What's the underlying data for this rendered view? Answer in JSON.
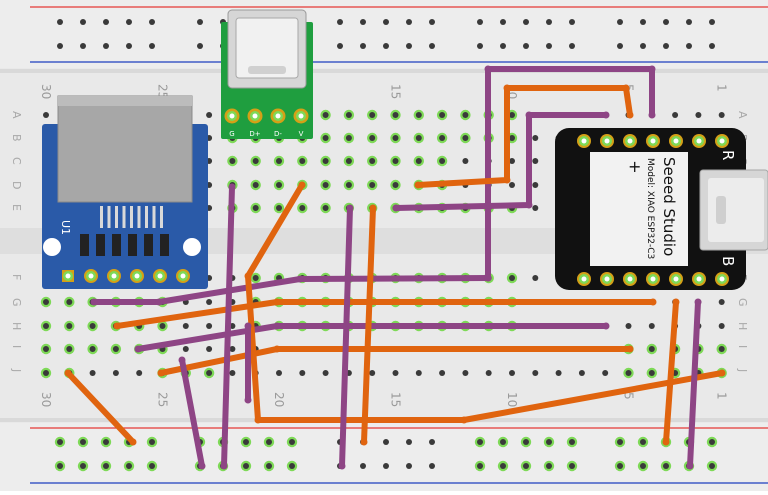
{
  "breadboard": {
    "column_numbers": [
      "30",
      "25",
      "20",
      "15",
      "10",
      "5",
      "1"
    ],
    "row_letters_top": [
      "A",
      "B",
      "C",
      "D",
      "E"
    ],
    "row_letters_bottom": [
      "F",
      "G",
      "H",
      "I",
      "J"
    ],
    "colors": {
      "board": "#e9e9e9",
      "rail_red": "#e53935",
      "rail_blue": "#1e3fbf",
      "hole": "#3a3a3a",
      "active": "#7ed957"
    }
  },
  "usb_c_breakout": {
    "pin_labels": [
      "G",
      "D+",
      "D-",
      "V"
    ],
    "color": "#1f9e3f"
  },
  "sd_module": {
    "label": "U1",
    "color": "#2a5aa8"
  },
  "xiao": {
    "brand": "Seeed Studio",
    "model": "Model: XIAO ESP32-C3",
    "button_r": "R",
    "button_b": "B",
    "plus": "+",
    "color": "#111111"
  },
  "wires": {
    "colors": {
      "purple": "#8e4585",
      "orange": "#e0640f"
    }
  }
}
